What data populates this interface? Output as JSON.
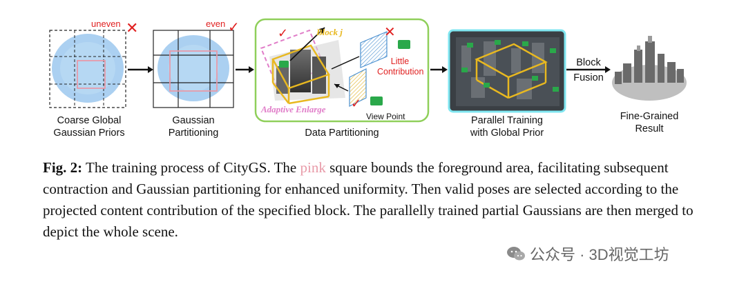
{
  "stage1": {
    "label_line1": "Coarse Global",
    "label_line2": "Gaussian Priors",
    "tag": "uneven",
    "mark": "✕"
  },
  "stage2": {
    "label_line1": "Gaussian",
    "label_line2": "Partitioning",
    "tag": "even",
    "mark": "✓"
  },
  "stage3": {
    "label": "Data Partitioning",
    "block_label": "Block j",
    "enlarge_label": "Adaptive Enlarge",
    "little_line1": "Little",
    "little_line2": "Contribution",
    "view_point": "View Point",
    "mark_check": "✓",
    "mark_x": "✕"
  },
  "stage4": {
    "label_line1": "Parallel Training",
    "label_line2": "with Global Prior"
  },
  "fusion": {
    "line1": "Block",
    "line2": "Fusion"
  },
  "stage5": {
    "label_line1": "Fine-Grained",
    "label_line2": "Result"
  },
  "caption": {
    "fig": "Fig. 2:",
    "part1": " The training process of CityGS. The ",
    "pink_word": "pink",
    "part2": " square bounds the foreground area, facilitating subsequent contraction and Gaussian partitioning for enhanced uniformity. Then valid poses are selected according to the projected content contribution of the specified block. The parallelly trained partial Gaussians are then merged to depict the whole scene."
  },
  "watermark": {
    "text": "公众号 · 3D视觉工坊",
    "icon": "wechat-icon"
  },
  "colors": {
    "accent_red": "#e02020",
    "pink": "#e89aa8",
    "green_frame": "#8fcf5a",
    "cyan_frame": "#7fe6f0",
    "gold": "#e8b820",
    "points_blue": "#9cc8ee"
  }
}
